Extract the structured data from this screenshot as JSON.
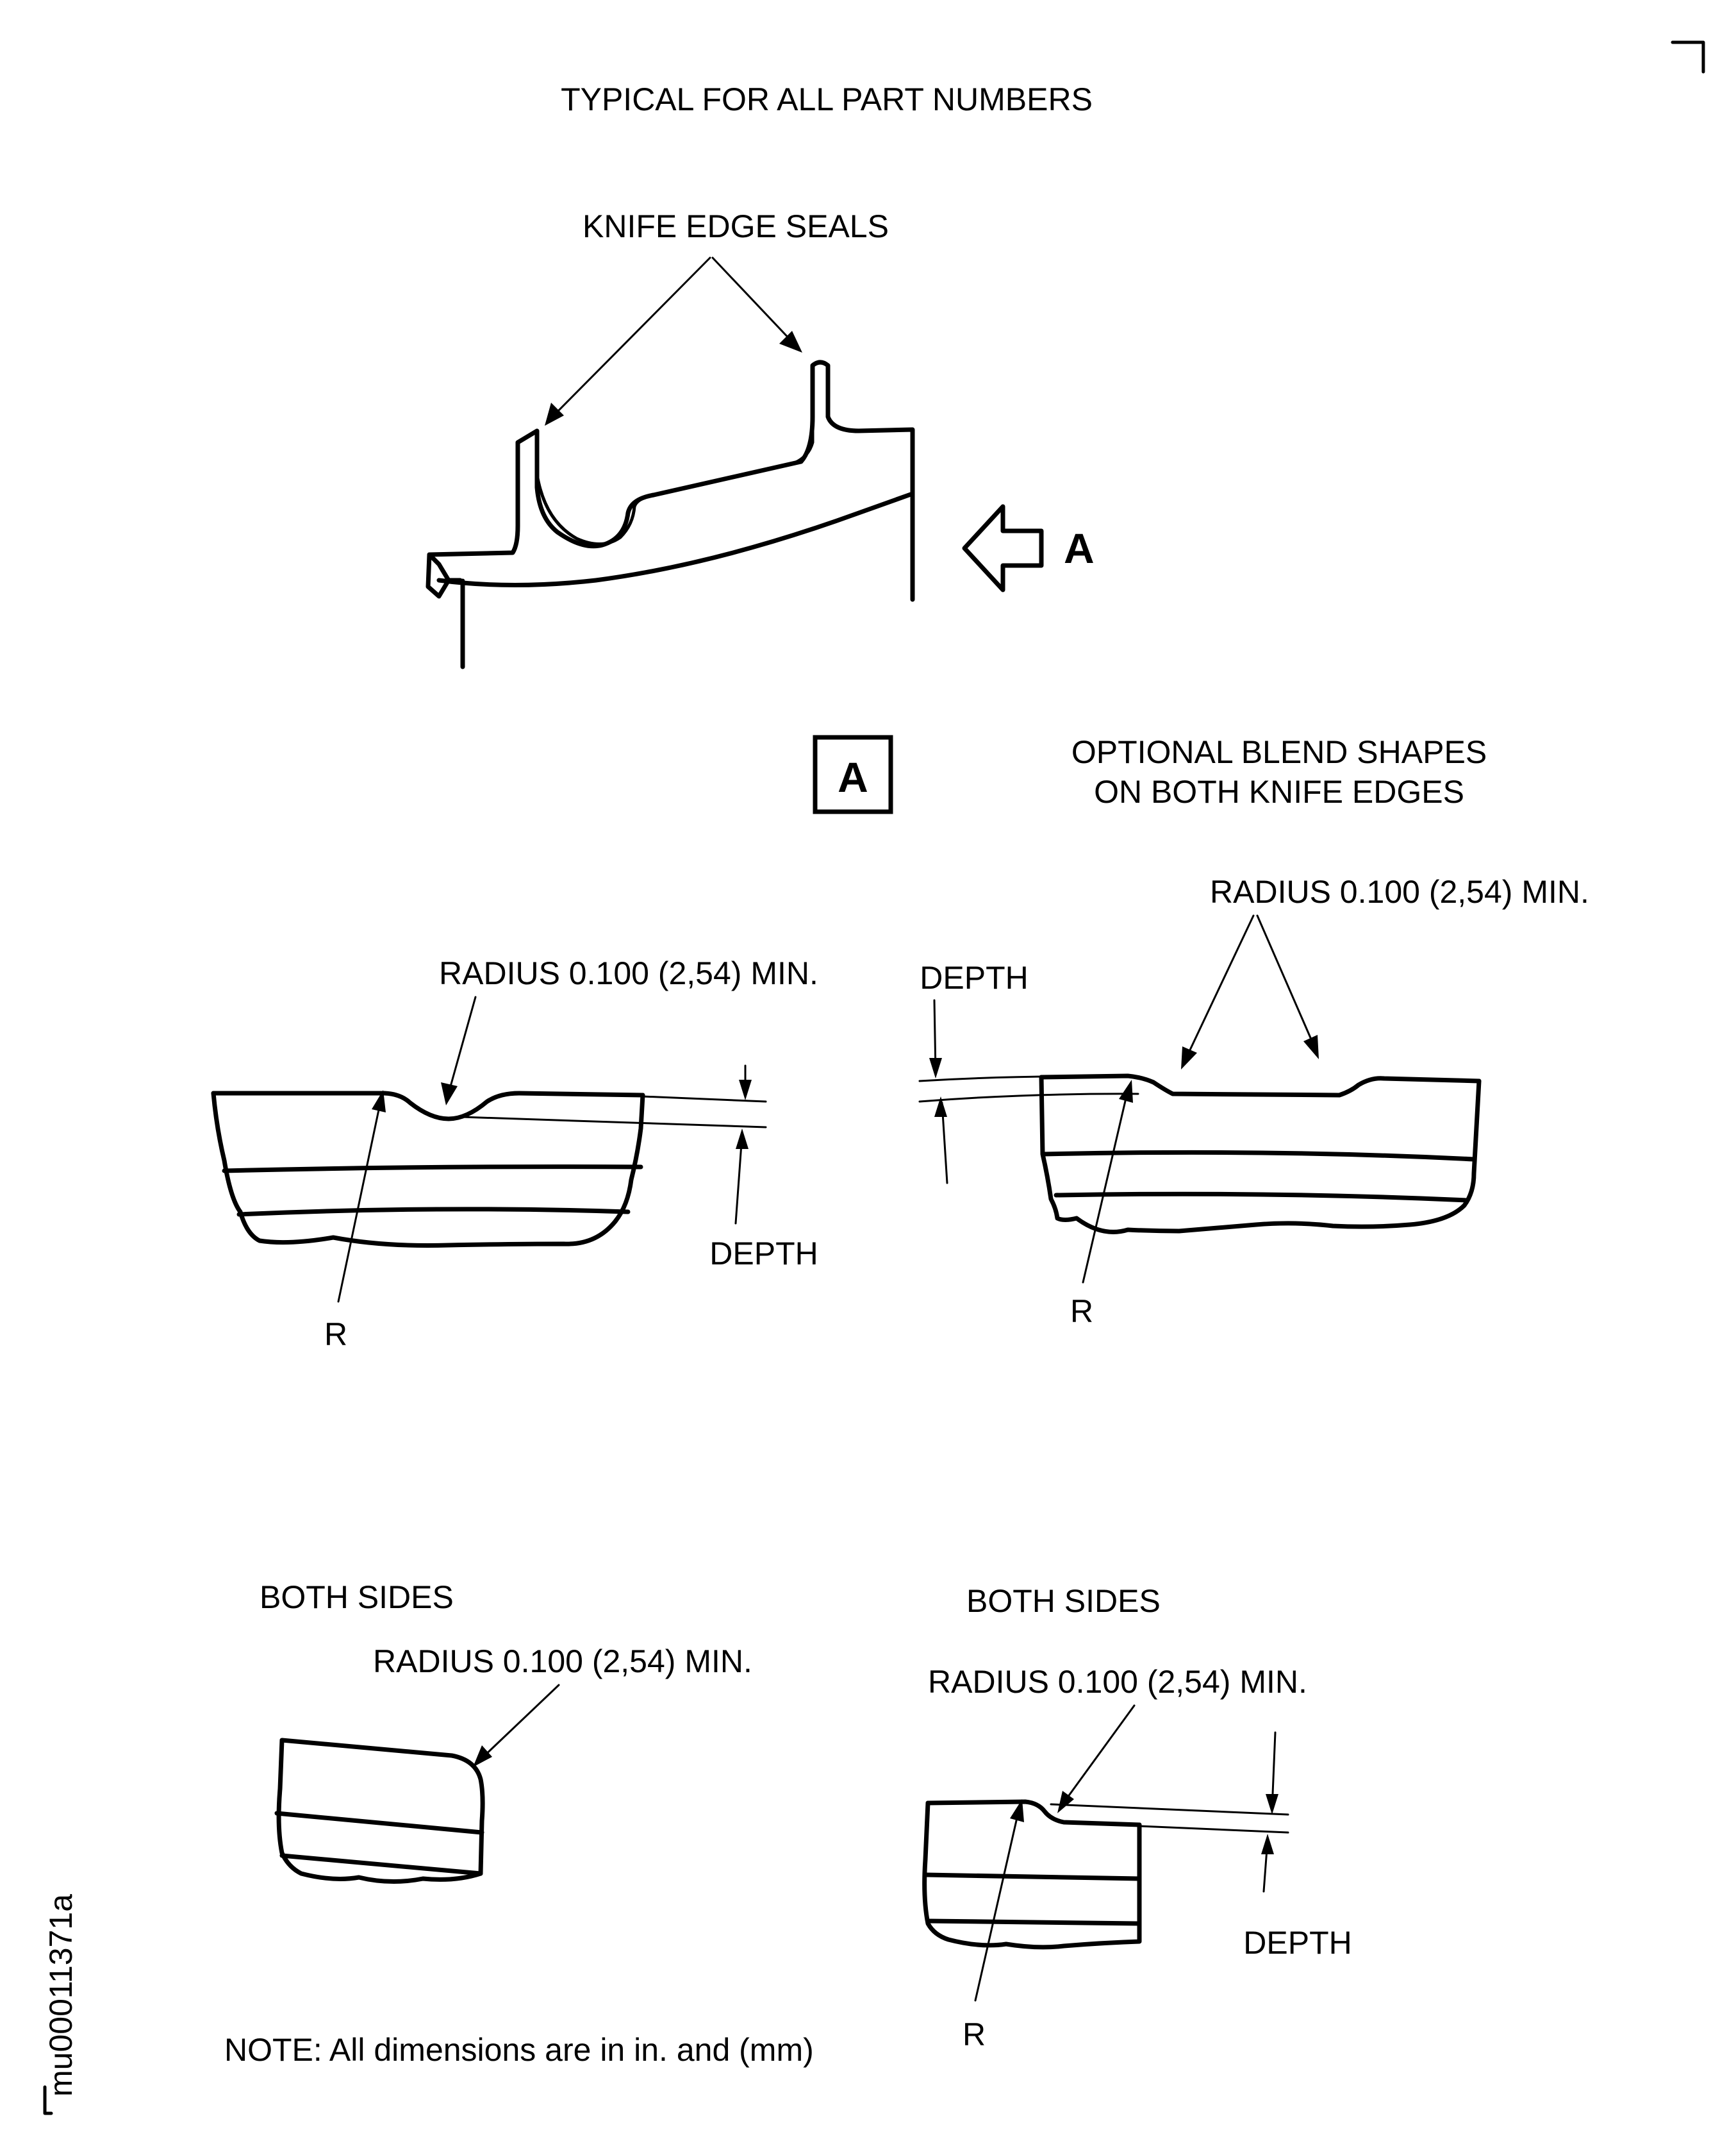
{
  "header": {
    "title": "TYPICAL FOR ALL PART NUMBERS"
  },
  "seal_view": {
    "knife_edge_label": "KNIFE EDGE SEALS",
    "view_arrow_label": "A"
  },
  "view_a": {
    "box_label": "A",
    "caption_line1": "OPTIONAL BLEND SHAPES",
    "caption_line2": "ON BOTH KNIFE EDGES"
  },
  "detail_top_left": {
    "radius_label": "RADIUS 0.100 (2,54) MIN.",
    "depth_label": "DEPTH",
    "r_label": "R"
  },
  "detail_top_right": {
    "radius_label": "RADIUS 0.100 (2,54) MIN.",
    "depth_label": "DEPTH",
    "r_label": "R"
  },
  "detail_bottom_left": {
    "sides_label": "BOTH SIDES",
    "radius_label": "RADIUS 0.100 (2,54) MIN."
  },
  "detail_bottom_right": {
    "sides_label": "BOTH SIDES",
    "radius_label": "RADIUS 0.100 (2,54) MIN.",
    "depth_label": "DEPTH",
    "r_label": "R"
  },
  "footer": {
    "note": "NOTE: All dimensions are in in. and (mm)",
    "figure_id": "mu00011371a"
  }
}
